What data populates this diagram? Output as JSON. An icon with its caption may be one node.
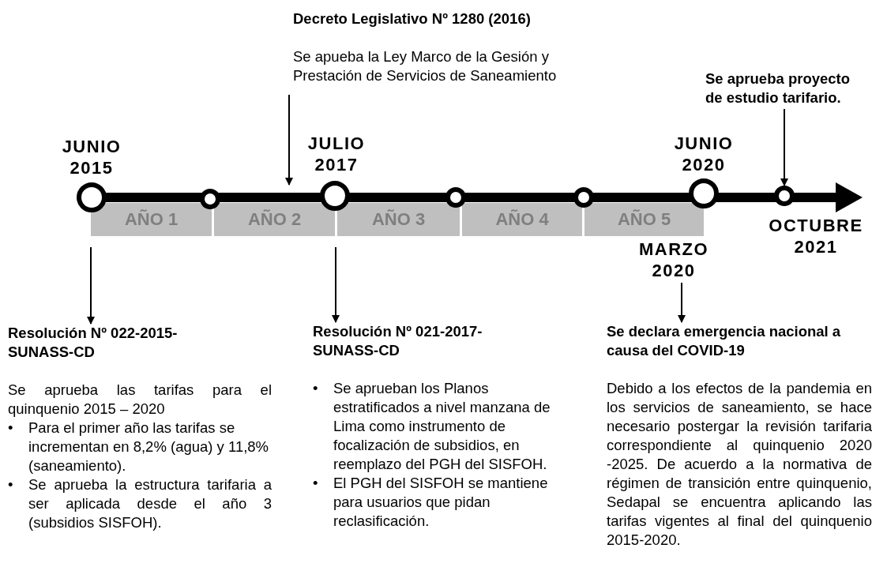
{
  "diagram": {
    "nodes": [
      {
        "text": [
          "Decreto Legislativo Nº 1280 (2016)",
          "Se apueba la Ley Marco de la Gesión y Prestación de Servicios de Saneamiento"
        ]
      },
      {
        "text": [
          "Se aprueba proyecto de estudio tarifario."
        ]
      },
      {
        "text": [],
        "shape": "circle",
        "beside": [
          "JUNIO 2015"
        ]
      },
      {
        "text": [],
        "shape": "circle"
      },
      {
        "text": [],
        "shape": "circle",
        "beside": [
          "JULIO 2017"
        ]
      },
      {
        "text": [],
        "shape": "circle"
      },
      {
        "text": [],
        "shape": "circle"
      },
      {
        "text": [],
        "shape": "circle",
        "beside": [
          "JUNIO 2020"
        ]
      },
      {
        "text": [],
        "shape": "circle",
        "beside": [
          "OCTUBRE 2021"
        ]
      },
      {
        "text": [
          "AÑO 1"
        ]
      },
      {
        "text": [
          "AÑO 2"
        ]
      },
      {
        "text": [
          "AÑO 3"
        ]
      },
      {
        "text": [
          "AÑO 4"
        ]
      },
      {
        "text": [
          "AÑO 5"
        ]
      },
      {
        "text": [
          "MARZO 2020"
        ]
      },
      {
        "text": [
          "Resolución Nº 022-2015- SUNASS-CD",
          "Se aprueba las tarifas para el quinquenio 2015 – 2020",
          "• Para el primer año las tarifas se incrementan en 8,2% (agua) y 11,8% (saneamiento).",
          "• Se aprueba la estructura tarifaria a ser aplicada desde el año 3 (subsidios SISFOH)."
        ]
      },
      {
        "text": [
          "Resolución Nº 021-2017- SUNASS-CD",
          "• Se aprueban los Planos estratificados a nivel manzana de Lima como instrumento de focalización de subsidios, en reemplazo del PGH del SISFOH.",
          "• El PGH del SISFOH se mantiene para usuarios que pidan reclasificación."
        ]
      },
      {
        "text": [
          "Se declara emergencia nacional a causa del COVID-19",
          "Debido a los efectos de la pandemia en los servicios de saneamiento, se hace necesario postergar la revisión tarifaria correspondiente al quinquenio 2020 -2025. De acuerdo a la normativa de régimen de transición entre quinquenio, Sedapal se encuentra aplicando las tarifas vigentes al final del quinquenio 2015-2020."
        ]
      }
    ],
    "edges": [
      {
        "from": 0,
        "to": 10,
        "arrow": "to"
      },
      {
        "from": 1,
        "to": 8,
        "arrow": "to"
      },
      {
        "from": null,
        "to": 15,
        "arrow": "to"
      },
      {
        "from": null,
        "to": 16,
        "arrow": "to"
      },
      {
        "from": 14,
        "to": 17,
        "arrow": "to"
      }
    ]
  }
}
